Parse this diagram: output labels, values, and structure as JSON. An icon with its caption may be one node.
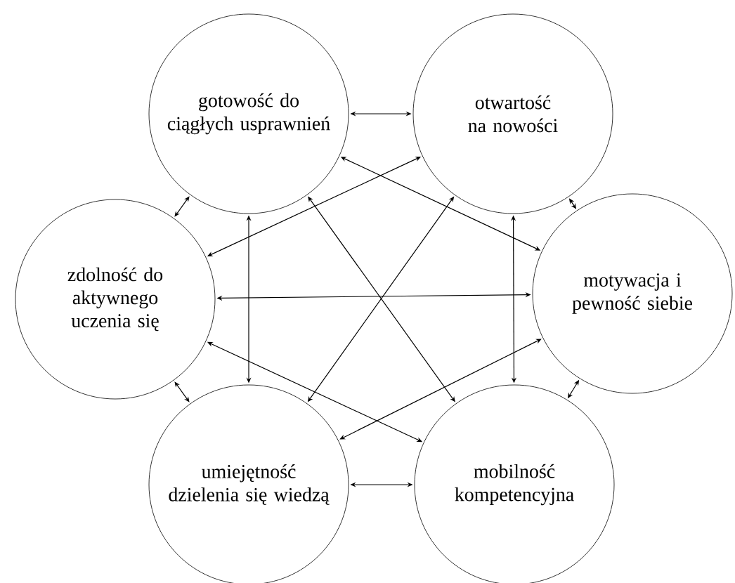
{
  "diagram": {
    "nodes": [
      {
        "text": [
          "gotowość do ciągłych usprawnień"
        ]
      },
      {
        "text": [
          "otwartość na nowości"
        ]
      },
      {
        "text": [
          "motywacja i pewność siebie"
        ]
      },
      {
        "text": [
          "mobilność kompetencyjna"
        ]
      },
      {
        "text": [
          "umiejętność dzielenia się wiedzą"
        ]
      },
      {
        "text": [
          "zdolność do aktywnego uczenia się"
        ]
      }
    ],
    "edges": [
      {
        "from": 0,
        "to": 1,
        "arrow": "both"
      },
      {
        "from": 1,
        "to": 2,
        "arrow": "both"
      },
      {
        "from": 2,
        "to": 3,
        "arrow": "both"
      },
      {
        "from": 3,
        "to": 4,
        "arrow": "both"
      },
      {
        "from": 4,
        "to": 5,
        "arrow": "both"
      },
      {
        "from": 5,
        "to": 0,
        "arrow": "both"
      },
      {
        "from": 0,
        "to": 4,
        "arrow": "both"
      },
      {
        "from": 1,
        "to": 3,
        "arrow": "both"
      },
      {
        "from": 5,
        "to": 2,
        "arrow": "both"
      },
      {
        "from": 0,
        "to": 2,
        "arrow": "both"
      },
      {
        "from": 0,
        "to": 3,
        "arrow": "both"
      },
      {
        "from": 1,
        "to": 5,
        "arrow": "both"
      },
      {
        "from": 1,
        "to": 4,
        "arrow": "both"
      },
      {
        "from": 5,
        "to": 3,
        "arrow": "both"
      },
      {
        "from": 4,
        "to": 2,
        "arrow": "both"
      }
    ]
  }
}
